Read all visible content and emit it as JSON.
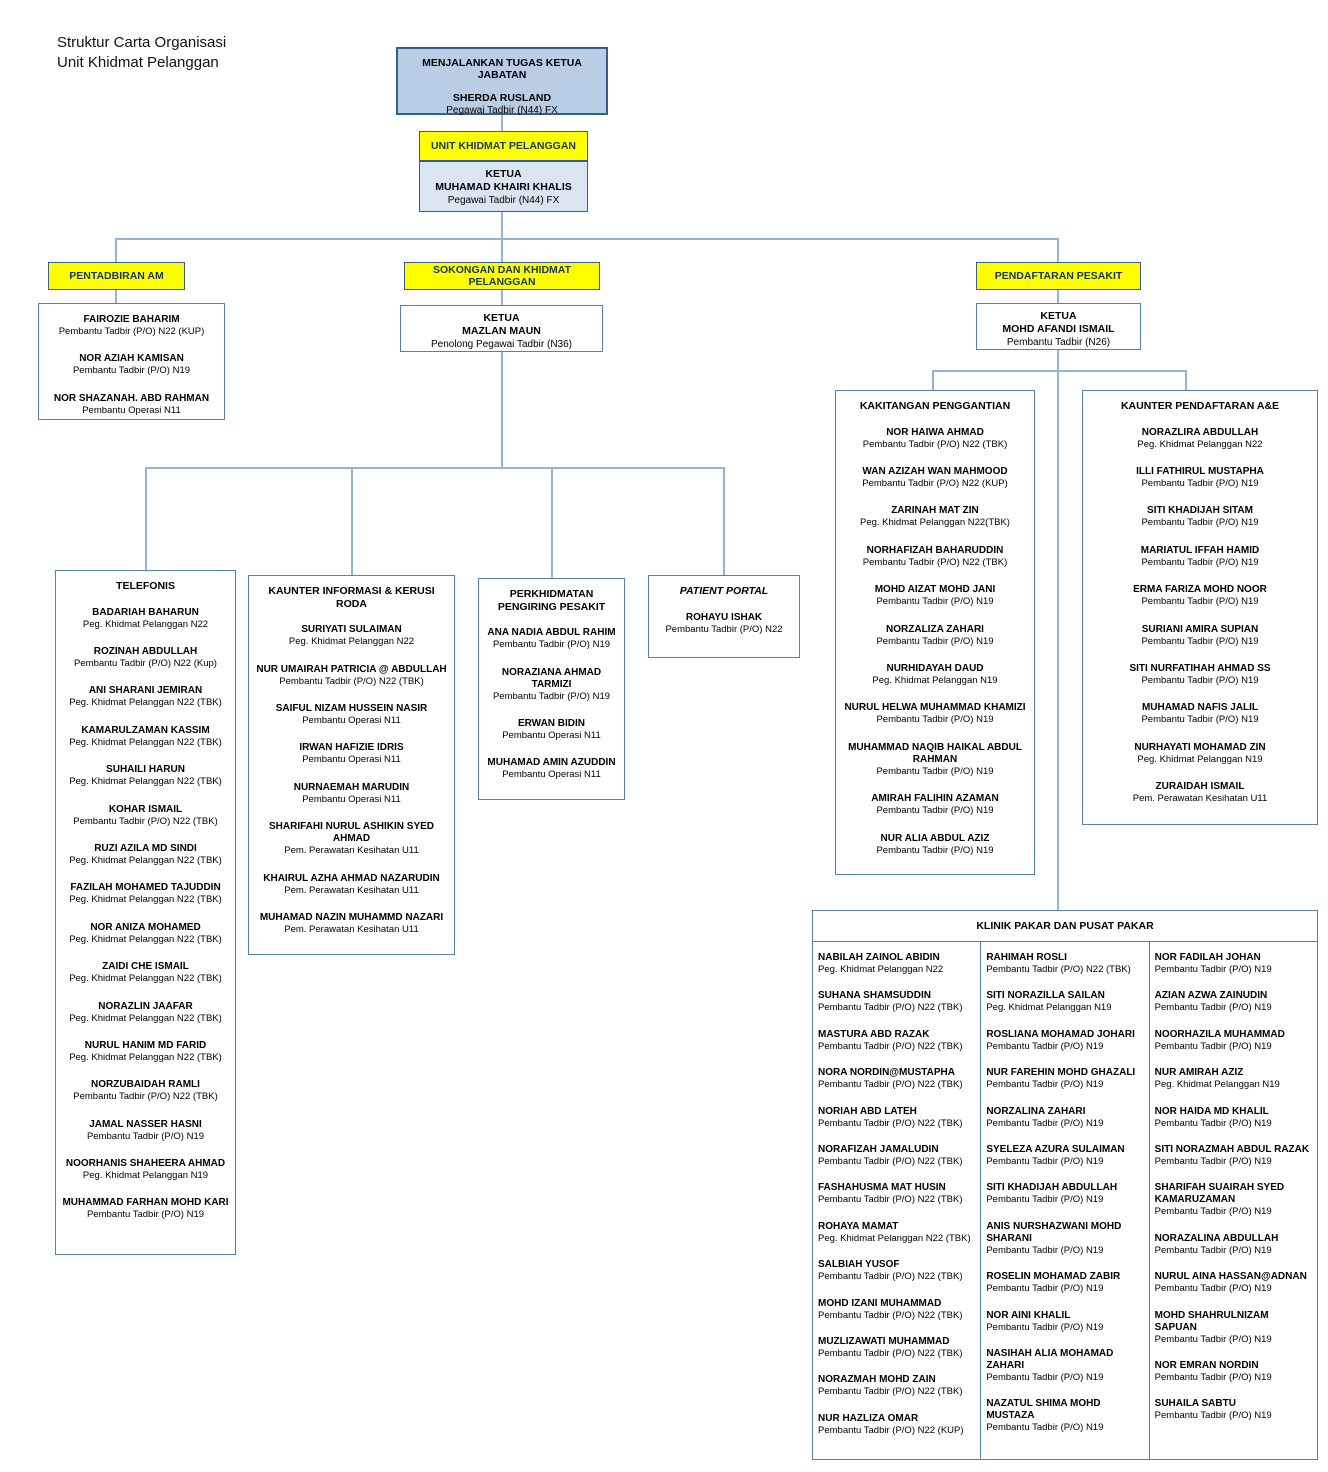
{
  "page": {
    "title_line1": "Struktur Carta Organisasi",
    "title_line2": "Unit Khidmat Pelanggan"
  },
  "colors": {
    "box_border": "#4f81bd",
    "dark_border": "#385d8a",
    "connector": "#95b3d7",
    "top_box_fill": "#b9cde5",
    "head_box_fill": "#dbe5f1",
    "section_fill": "#ffff00",
    "section_text": "#17375d"
  },
  "top_box": {
    "title": "MENJALANKAN TUGAS KETUA JABATAN",
    "name": "SHERDA RUSLAND",
    "grade": "Pegawai Tadbir (N44) FX"
  },
  "unit_box": {
    "label": "UNIT KHIDMAT PELANGGAN"
  },
  "unit_head": {
    "role": "KETUA",
    "name": "MUHAMAD KHAIRI KHALIS",
    "grade": "Pegawai Tadbir (N44) FX"
  },
  "sections": {
    "pentadbiran": {
      "label": "PENTADBIRAN AM",
      "staff": [
        {
          "name": "FAIROZIE BAHARIM",
          "grade": "Pembantu Tadbir (P/O) N22 (KUP)"
        },
        {
          "name": "NOR AZIAH KAMISAN",
          "grade": "Pembantu Tadbir (P/O) N19"
        },
        {
          "name": "NOR SHAZANAH. ABD RAHMAN",
          "grade": "Pembantu Operasi N11"
        }
      ]
    },
    "sokongan": {
      "label": "SOKONGAN DAN KHIDMAT PELANGGAN",
      "head": {
        "role": "KETUA",
        "name": "MAZLAN MAUN",
        "grade": "Penolong Pegawai Tadbir (N36)"
      }
    },
    "pendaftaran": {
      "label": "PENDAFTARAN PESAKIT",
      "head": {
        "role": "KETUA",
        "name": "MOHD AFANDI ISMAIL",
        "grade": "Pembantu Tadbir (N26)"
      }
    }
  },
  "units": {
    "telefonis": {
      "title": "TELEFONIS",
      "staff": [
        {
          "name": "BADARIAH BAHARUN",
          "grade": "Peg. Khidmat Pelanggan N22"
        },
        {
          "name": "ROZINAH ABDULLAH",
          "grade": "Pembantu Tadbir (P/O) N22 (Kup)"
        },
        {
          "name": "ANI SHARANI JEMIRAN",
          "grade": "Peg. Khidmat Pelanggan N22 (TBK)"
        },
        {
          "name": "KAMARULZAMAN KASSIM",
          "grade": "Peg. Khidmat Pelanggan N22 (TBK)"
        },
        {
          "name": "SUHAILI HARUN",
          "grade": "Peg. Khidmat Pelanggan N22 (TBK)"
        },
        {
          "name": "KOHAR ISMAIL",
          "grade": "Pembantu Tadbir (P/O) N22 (TBK)"
        },
        {
          "name": "RUZI AZILA MD SINDI",
          "grade": "Peg. Khidmat Pelanggan N22 (TBK)"
        },
        {
          "name": "FAZILAH MOHAMED TAJUDDIN",
          "grade": "Peg. Khidmat Pelanggan N22 (TBK)"
        },
        {
          "name": "NOR ANIZA MOHAMED",
          "grade": "Peg. Khidmat Pelanggan N22 (TBK)"
        },
        {
          "name": "ZAIDI CHE ISMAIL",
          "grade": "Peg. Khidmat Pelanggan N22 (TBK)"
        },
        {
          "name": "NORAZLIN JAAFAR",
          "grade": "Peg. Khidmat Pelanggan N22 (TBK)"
        },
        {
          "name": "NURUL HANIM MD FARID",
          "grade": "Peg. Khidmat Pelanggan N22 (TBK)"
        },
        {
          "name": "NORZUBAIDAH RAMLI",
          "grade": "Pembantu Tadbir (P/O) N22 (TBK)"
        },
        {
          "name": "JAMAL NASSER HASNI",
          "grade": "Pembantu Tadbir (P/O) N19"
        },
        {
          "name": "NOORHANIS SHAHEERA AHMAD",
          "grade": "Peg. Khidmat Pelanggan N19"
        },
        {
          "name": "MUHAMMAD FARHAN MOHD KARI",
          "grade": "Pembantu Tadbir (P/O) N19"
        }
      ]
    },
    "kaunter_informasi": {
      "title": "KAUNTER INFORMASI & KERUSI RODA",
      "staff": [
        {
          "name": "SURIYATI SULAIMAN",
          "grade": "Peg. Khidmat Pelanggan N22"
        },
        {
          "name": "NUR UMAIRAH PATRICIA @ ABDULLAH",
          "grade": "Pembantu Tadbir (P/O) N22 (TBK)"
        },
        {
          "name": "SAIFUL NIZAM HUSSEIN NASIR",
          "grade": "Pembantu Operasi N11"
        },
        {
          "name": "IRWAN HAFIZIE IDRIS",
          "grade": "Pembantu Operasi N11"
        },
        {
          "name": "NURNAEMAH MARUDIN",
          "grade": "Pembantu Operasi N11"
        },
        {
          "name": "SHARIFAHI NURUL ASHIKIN SYED AHMAD",
          "grade": "Pem. Perawatan Kesihatan U11"
        },
        {
          "name": "KHAIRUL AZHA AHMAD NAZARUDIN",
          "grade": "Pem. Perawatan Kesihatan U11"
        },
        {
          "name": "MUHAMAD NAZIN MUHAMMD NAZARI",
          "grade": "Pem. Perawatan Kesihatan U11"
        }
      ]
    },
    "pengiring": {
      "title": "PERKHIDMATAN PENGIRING PESAKIT",
      "staff": [
        {
          "name": "ANA NADIA ABDUL RAHIM",
          "grade": "Pembantu Tadbir (P/O) N19"
        },
        {
          "name": "NORAZIANA AHMAD TARMIZI",
          "grade": "Pembantu Tadbir (P/O) N19"
        },
        {
          "name": "ERWAN BIDIN",
          "grade": "Pembantu Operasi N11"
        },
        {
          "name": "MUHAMAD AMIN AZUDDIN",
          "grade": "Pembantu Operasi N11"
        }
      ]
    },
    "patient_portal": {
      "title": "PATIENT PORTAL",
      "staff": [
        {
          "name": "ROHAYU ISHAK",
          "grade": "Pembantu Tadbir (P/O) N22"
        }
      ]
    },
    "kakitangan": {
      "title": "KAKITANGAN PENGGANTIAN",
      "staff": [
        {
          "name": "NOR HAIWA AHMAD",
          "grade": "Pembantu Tadbir (P/O) N22 (TBK)"
        },
        {
          "name": "WAN AZIZAH WAN MAHMOOD",
          "grade": "Pembantu Tadbir (P/O) N22 (KUP)"
        },
        {
          "name": "ZARINAH MAT ZIN",
          "grade": "Peg. Khidmat Pelanggan N22(TBK)"
        },
        {
          "name": "NORHAFIZAH BAHARUDDIN",
          "grade": "Pembantu Tadbir (P/O) N22 (TBK)"
        },
        {
          "name": "MOHD AIZAT MOHD JANI",
          "grade": "Pembantu Tadbir (P/O) N19"
        },
        {
          "name": "NORZALIZA ZAHARI",
          "grade": "Pembantu Tadbir (P/O) N19"
        },
        {
          "name": "NURHIDAYAH DAUD",
          "grade": "Peg. Khidmat Pelanggan N19"
        },
        {
          "name": "NURUL HELWA MUHAMMAD KHAMIZI",
          "grade": "Pembantu Tadbir (P/O) N19"
        },
        {
          "name": "MUHAMMAD NAQIB HAIKAL ABDUL RAHMAN",
          "grade": "Pembantu Tadbir (P/O) N19"
        },
        {
          "name": "AMIRAH FALIHIN AZAMAN",
          "grade": "Pembantu Tadbir (P/O) N19"
        },
        {
          "name": "NUR ALIA ABDUL AZIZ",
          "grade": "Pembantu Tadbir (P/O) N19"
        }
      ]
    },
    "kaunter_ae": {
      "title": "KAUNTER PENDAFTARAN A&E",
      "staff": [
        {
          "name": "NORAZLIRA ABDULLAH",
          "grade": "Peg. Khidmat Pelanggan N22"
        },
        {
          "name": "ILLI FATHIRUL MUSTAPHA",
          "grade": "Pembantu Tadbir (P/O) N19"
        },
        {
          "name": "SITI KHADIJAH SITAM",
          "grade": "Pembantu Tadbir (P/O) N19"
        },
        {
          "name": "MARIATUL IFFAH HAMID",
          "grade": "Pembantu Tadbir (P/O) N19"
        },
        {
          "name": "ERMA FARIZA MOHD NOOR",
          "grade": "Pembantu Tadbir (P/O) N19"
        },
        {
          "name": "SURIANI AMIRA SUPIAN",
          "grade": "Pembantu Tadbir (P/O) N19"
        },
        {
          "name": "SITI NURFATIHAH AHMAD SS",
          "grade": "Pembantu Tadbir (P/O) N19"
        },
        {
          "name": "MUHAMAD NAFIS JALIL",
          "grade": "Pembantu Tadbir (P/O) N19"
        },
        {
          "name": "NURHAYATI MOHAMAD ZIN",
          "grade": "Peg. Khidmat Pelanggan N19"
        },
        {
          "name": "ZURAIDAH ISMAIL",
          "grade": "Pem. Perawatan Kesihatan U11"
        }
      ]
    },
    "klinik": {
      "title": "KLINIK PAKAR DAN PUSAT PAKAR",
      "columns": [
        [
          {
            "name": "NABILAH ZAINOL ABIDIN",
            "grade": "Peg. Khidmat Pelanggan N22"
          },
          {
            "name": "SUHANA SHAMSUDDIN",
            "grade": "Pembantu Tadbir (P/O) N22 (TBK)"
          },
          {
            "name": "MASTURA ABD RAZAK",
            "grade": "Pembantu Tadbir (P/O) N22 (TBK)"
          },
          {
            "name": "NORA NORDIN@MUSTAPHA",
            "grade": "Pembantu Tadbir (P/O) N22 (TBK)"
          },
          {
            "name": "NORIAH ABD LATEH",
            "grade": "Pembantu Tadbir (P/O) N22 (TBK)"
          },
          {
            "name": "NORAFIZAH JAMALUDIN",
            "grade": "Pembantu Tadbir (P/O) N22 (TBK)"
          },
          {
            "name": "FASHAHUSMA MAT HUSIN",
            "grade": "Pembantu Tadbir (P/O) N22 (TBK)"
          },
          {
            "name": "ROHAYA MAMAT",
            "grade": "Peg. Khidmat Pelanggan N22 (TBK)"
          },
          {
            "name": "SALBIAH YUSOF",
            "grade": "Pembantu Tadbir (P/O) N22 (TBK)"
          },
          {
            "name": "MOHD IZANI MUHAMMAD",
            "grade": "Pembantu Tadbir (P/O) N22 (TBK)"
          },
          {
            "name": "MUZLIZAWATI MUHAMMAD",
            "grade": "Pembantu Tadbir (P/O) N22 (TBK)"
          },
          {
            "name": "NORAZMAH MOHD ZAIN",
            "grade": "Pembantu Tadbir (P/O) N22 (TBK)"
          },
          {
            "name": "NUR HAZLIZA OMAR",
            "grade": "Pembantu Tadbir (P/O) N22 (KUP)"
          }
        ],
        [
          {
            "name": "RAHIMAH ROSLI",
            "grade": "Pembantu Tadbir (P/O) N22 (TBK)"
          },
          {
            "name": "SITI NORAZILLA SAILAN",
            "grade": "Peg. Khidmat Pelanggan N19"
          },
          {
            "name": "ROSLIANA MOHAMAD JOHARI",
            "grade": "Pembantu Tadbir (P/O) N19"
          },
          {
            "name": "NUR FAREHIN MOHD GHAZALI",
            "grade": "Pembantu Tadbir (P/O) N19"
          },
          {
            "name": "NORZALINA ZAHARI",
            "grade": "Pembantu Tadbir (P/O) N19"
          },
          {
            "name": "SYELEZA AZURA SULAIMAN",
            "grade": "Pembantu Tadbir (P/O) N19"
          },
          {
            "name": "SITI KHADIJAH ABDULLAH",
            "grade": "Pembantu Tadbir (P/O) N19"
          },
          {
            "name": "ANIS NURSHAZWANI MOHD SHARANI",
            "grade": "Pembantu Tadbir (P/O) N19"
          },
          {
            "name": "ROSELIN MOHAMAD ZABIR",
            "grade": "Pembantu Tadbir (P/O) N19"
          },
          {
            "name": "NOR AINI KHALIL",
            "grade": "Pembantu Tadbir (P/O) N19"
          },
          {
            "name": "NASIHAH ALIA MOHAMAD ZAHARI",
            "grade": "Pembantu Tadbir (P/O) N19"
          },
          {
            "name": "NAZATUL SHIMA MOHD MUSTAZA",
            "grade": "Pembantu Tadbir (P/O) N19"
          }
        ],
        [
          {
            "name": "NOR FADILAH JOHAN",
            "grade": "Pembantu Tadbir (P/O) N19"
          },
          {
            "name": "AZIAN AZWA ZAINUDIN",
            "grade": "Pembantu Tadbir (P/O) N19"
          },
          {
            "name": "NOORHAZILA MUHAMMAD",
            "grade": "Pembantu Tadbir (P/O) N19"
          },
          {
            "name": "NUR AMIRAH AZIZ",
            "grade": "Peg. Khidmat Pelanggan N19"
          },
          {
            "name": "NOR HAIDA MD KHALIL",
            "grade": "Pembantu Tadbir (P/O) N19"
          },
          {
            "name": "SITI NORAZMAH ABDUL RAZAK",
            "grade": "Pembantu Tadbir (P/O) N19"
          },
          {
            "name": "SHARIFAH SUAIRAH SYED KAMARUZAMAN",
            "grade": "Pembantu Tadbir (P/O) N19"
          },
          {
            "name": "NORAZALINA ABDULLAH",
            "grade": "Pembantu Tadbir (P/O) N19"
          },
          {
            "name": "NURUL AINA HASSAN@ADNAN",
            "grade": "Pembantu Tadbir (P/O) N19"
          },
          {
            "name": "MOHD SHAHRULNIZAM SAPUAN",
            "grade": "Pembantu Tadbir (P/O) N19"
          },
          {
            "name": "NOR EMRAN NORDIN",
            "grade": "Pembantu Tadbir (P/O) N19"
          },
          {
            "name": "SUHAILA SABTU",
            "grade": "Pembantu Tadbir (P/O) N19"
          }
        ]
      ]
    }
  }
}
